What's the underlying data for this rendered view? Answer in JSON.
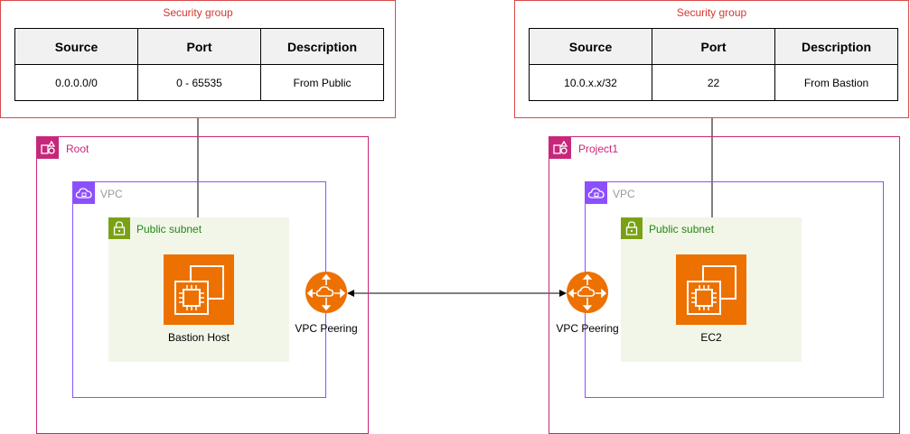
{
  "security_groups": [
    {
      "title": "Security group",
      "headers": [
        "Source",
        "Port",
        "Description"
      ],
      "row": [
        "0.0.0.0/0",
        "0 - 65535",
        "From Public"
      ]
    },
    {
      "title": "Security group",
      "headers": [
        "Source",
        "Port",
        "Description"
      ],
      "row": [
        "10.0.x.x/32",
        "22",
        "From Bastion"
      ]
    }
  ],
  "accounts": [
    {
      "name": "Root",
      "vpc_label": "VPC",
      "subnet_label": "Public subnet",
      "instance_label": "Bastion Host",
      "peering_label": "VPC Peering"
    },
    {
      "name": "Project1",
      "vpc_label": "VPC",
      "subnet_label": "Public subnet",
      "instance_label": "EC2",
      "peering_label": "VPC Peering"
    }
  ],
  "icons": {
    "account": "aws-account-icon",
    "vpc": "vpc-cloud-icon",
    "subnet": "padlock-icon",
    "instance": "ec2-chip-icon",
    "peering": "vpc-peering-router-icon"
  },
  "colors": {
    "security_group": "#d94a4a",
    "account": "#c7277a",
    "vpc": "#8c4fff",
    "subnet_fill": "#f2f6e8",
    "subnet_icon": "#7aa116",
    "compute": "#ed7100"
  }
}
